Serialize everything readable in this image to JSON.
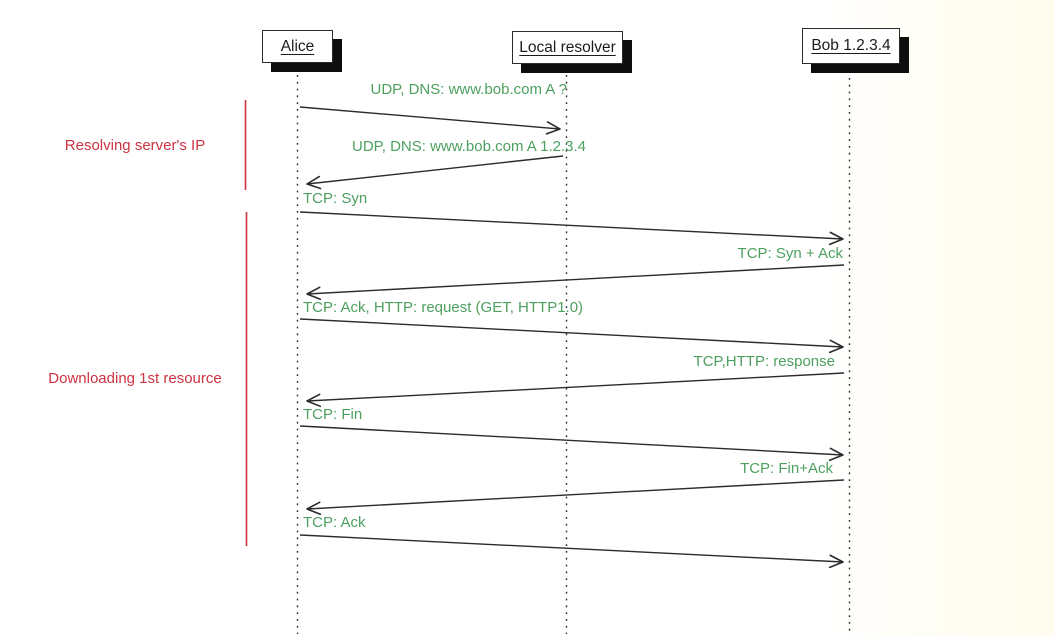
{
  "diagram": {
    "title_context": "DNS resolution and TCP/HTTP sequence diagram",
    "actors": [
      {
        "name": "Alice"
      },
      {
        "name": "Local resolver"
      },
      {
        "name": "Bob 1.2.3.4"
      }
    ],
    "phases": [
      {
        "label": "Resolving server's IP"
      },
      {
        "label": "Downloading 1st resource"
      }
    ],
    "messages": [
      {
        "label": "UDP, DNS: www.bob.com A ?",
        "from": "Alice",
        "to": "Local resolver"
      },
      {
        "label": "UDP, DNS: www.bob.com A 1.2.3.4",
        "from": "Local resolver",
        "to": "Alice"
      },
      {
        "label": "TCP: Syn",
        "from": "Alice",
        "to": "Bob 1.2.3.4"
      },
      {
        "label": "TCP: Syn + Ack",
        "from": "Bob 1.2.3.4",
        "to": "Alice"
      },
      {
        "label": "TCP: Ack, HTTP: request (GET, HTTP1.0)",
        "from": "Alice",
        "to": "Bob 1.2.3.4"
      },
      {
        "label": "TCP,HTTP: response",
        "from": "Bob 1.2.3.4",
        "to": "Alice"
      },
      {
        "label": "TCP: Fin",
        "from": "Alice",
        "to": "Bob 1.2.3.4"
      },
      {
        "label": "TCP: Fin+Ack",
        "from": "Bob 1.2.3.4",
        "to": "Alice"
      },
      {
        "label": "TCP: Ack",
        "from": "Alice",
        "to": "Bob 1.2.3.4"
      }
    ],
    "colors": {
      "message_text": "#4da05f",
      "phase_text": "#cc3340",
      "arrow": "#2b2b2b",
      "box_shadow": "#0d0d0d",
      "background": "#ffffff"
    }
  }
}
